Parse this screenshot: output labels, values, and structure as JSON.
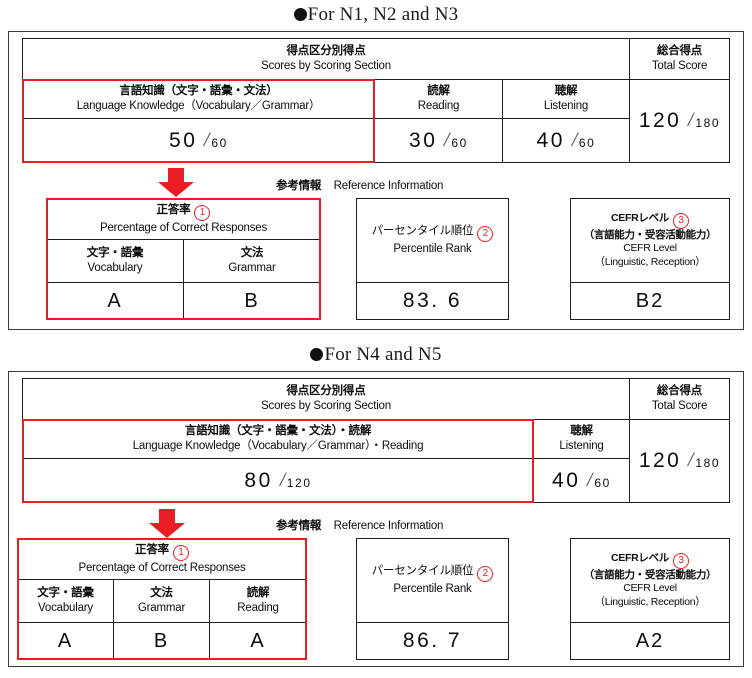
{
  "document": {
    "type": "JLPT Score Report Sample Layout"
  },
  "colors": {
    "red_accent": "#ec1c24",
    "line": "#1c1c1c",
    "frame": "#3a3a3a",
    "text": "#0d0d0d"
  },
  "panels": [
    {
      "id": "n1-n3",
      "title": "For N1, N2 and N3",
      "bullet": "filled-circle",
      "score_table": {
        "header_group_jp": "得点区分別得点",
        "header_group_en": "Scores by Scoring Section",
        "total_header_jp": "総合得点",
        "total_header_en": "Total Score",
        "total_value": "120",
        "total_max": "180",
        "sections": [
          {
            "jp": "言語知識（文字・語彙・文法）",
            "en": "Language Knowledge（Vocabulary／Grammar）",
            "value": "50",
            "max": "60",
            "highlighted": true
          },
          {
            "jp": "読解",
            "en": "Reading",
            "value": "30",
            "max": "60",
            "highlighted": false
          },
          {
            "jp": "聴解",
            "en": "Listening",
            "value": "40",
            "max": "60",
            "highlighted": false
          }
        ]
      },
      "reference": {
        "label_jp": "参考情報",
        "label_en": "Reference Information",
        "arrow": "down-arrow",
        "correct_responses": {
          "title_jp": "正答率",
          "title_en": "Percentage of Correct Responses",
          "marker": "①",
          "columns": [
            {
              "jp": "文字・語彙",
              "en": "Vocabulary",
              "value": "A"
            },
            {
              "jp": "文法",
              "en": "Grammar",
              "value": "B"
            }
          ]
        },
        "percentile": {
          "title_jp": "パーセンタイル順位",
          "title_en": "Percentile Rank",
          "marker": "②",
          "value": "83. 6"
        },
        "cefr": {
          "title_jp": "CEFRレベル",
          "title_jp_sub": "（言語能力・受容活動能力）",
          "title_en": "CEFR Level",
          "title_en_sub": "（Linguistic, Reception）",
          "marker": "③",
          "value": "B2"
        }
      }
    },
    {
      "id": "n4-n5",
      "title": "For N4 and N5",
      "bullet": "filled-circle",
      "score_table": {
        "header_group_jp": "得点区分別得点",
        "header_group_en": "Scores by Scoring Section",
        "total_header_jp": "総合得点",
        "total_header_en": "Total Score",
        "total_value": "120",
        "total_max": "180",
        "sections": [
          {
            "jp": "言語知識（文字・語彙・文法）・読解",
            "en": "Language Knowledge（Vocabulary／Grammar）・Reading",
            "value": "80",
            "max": "120",
            "highlighted": true
          },
          {
            "jp": "聴解",
            "en": "Listening",
            "value": "40",
            "max": "60",
            "highlighted": false
          }
        ]
      },
      "reference": {
        "label_jp": "参考情報",
        "label_en": "Reference Information",
        "arrow": "down-arrow",
        "correct_responses": {
          "title_jp": "正答率",
          "title_en": "Percentage of Correct Responses",
          "marker": "①",
          "columns": [
            {
              "jp": "文字・語彙",
              "en": "Vocabulary",
              "value": "A"
            },
            {
              "jp": "文法",
              "en": "Grammar",
              "value": "B"
            },
            {
              "jp": "読解",
              "en": "Reading",
              "value": "A"
            }
          ]
        },
        "percentile": {
          "title_jp": "パーセンタイル順位",
          "title_en": "Percentile Rank",
          "marker": "②",
          "value": "86. 7"
        },
        "cefr": {
          "title_jp": "CEFRレベル",
          "title_jp_sub": "（言語能力・受容活動能力）",
          "title_en": "CEFR Level",
          "title_en_sub": "（Linguistic, Reception）",
          "marker": "③",
          "value": "A2"
        }
      }
    }
  ]
}
